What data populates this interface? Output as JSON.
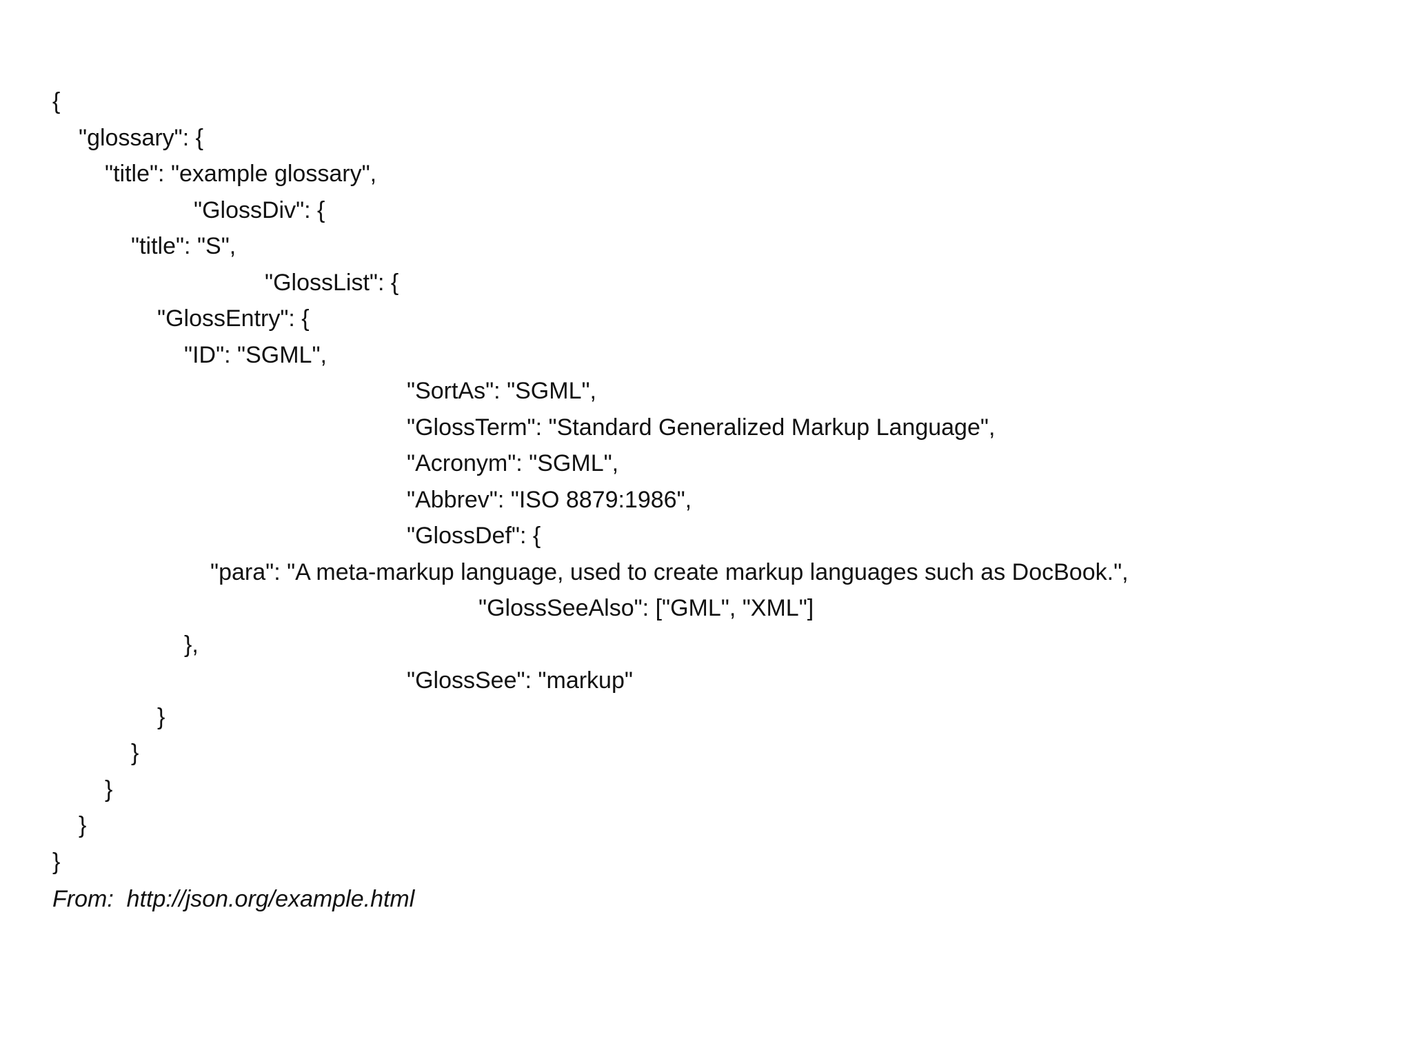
{
  "code_lines": [
    "{",
    "\"glossary\": {",
    "\"title\": \"example glossary\",",
    "\"GlossDiv\": {",
    "\"title\": \"S\",",
    "\"GlossList\": {",
    "\"GlossEntry\": {",
    "\"ID\": \"SGML\",",
    "\"SortAs\": \"SGML\",",
    "\"GlossTerm\": \"Standard Generalized Markup Language\",",
    "\"Acronym\": \"SGML\",",
    "\"Abbrev\": \"ISO 8879:1986\",",
    "\"GlossDef\": {",
    "\"para\": \"A meta-markup language, used to create markup languages such as DocBook.\",",
    "\"GlossSeeAlso\": [\"GML\", \"XML\"]",
    "},",
    "\"GlossSee\": \"markup\"",
    "}",
    "}",
    "}",
    "}",
    "}"
  ],
  "caption": "From:  http://json.org/example.html"
}
